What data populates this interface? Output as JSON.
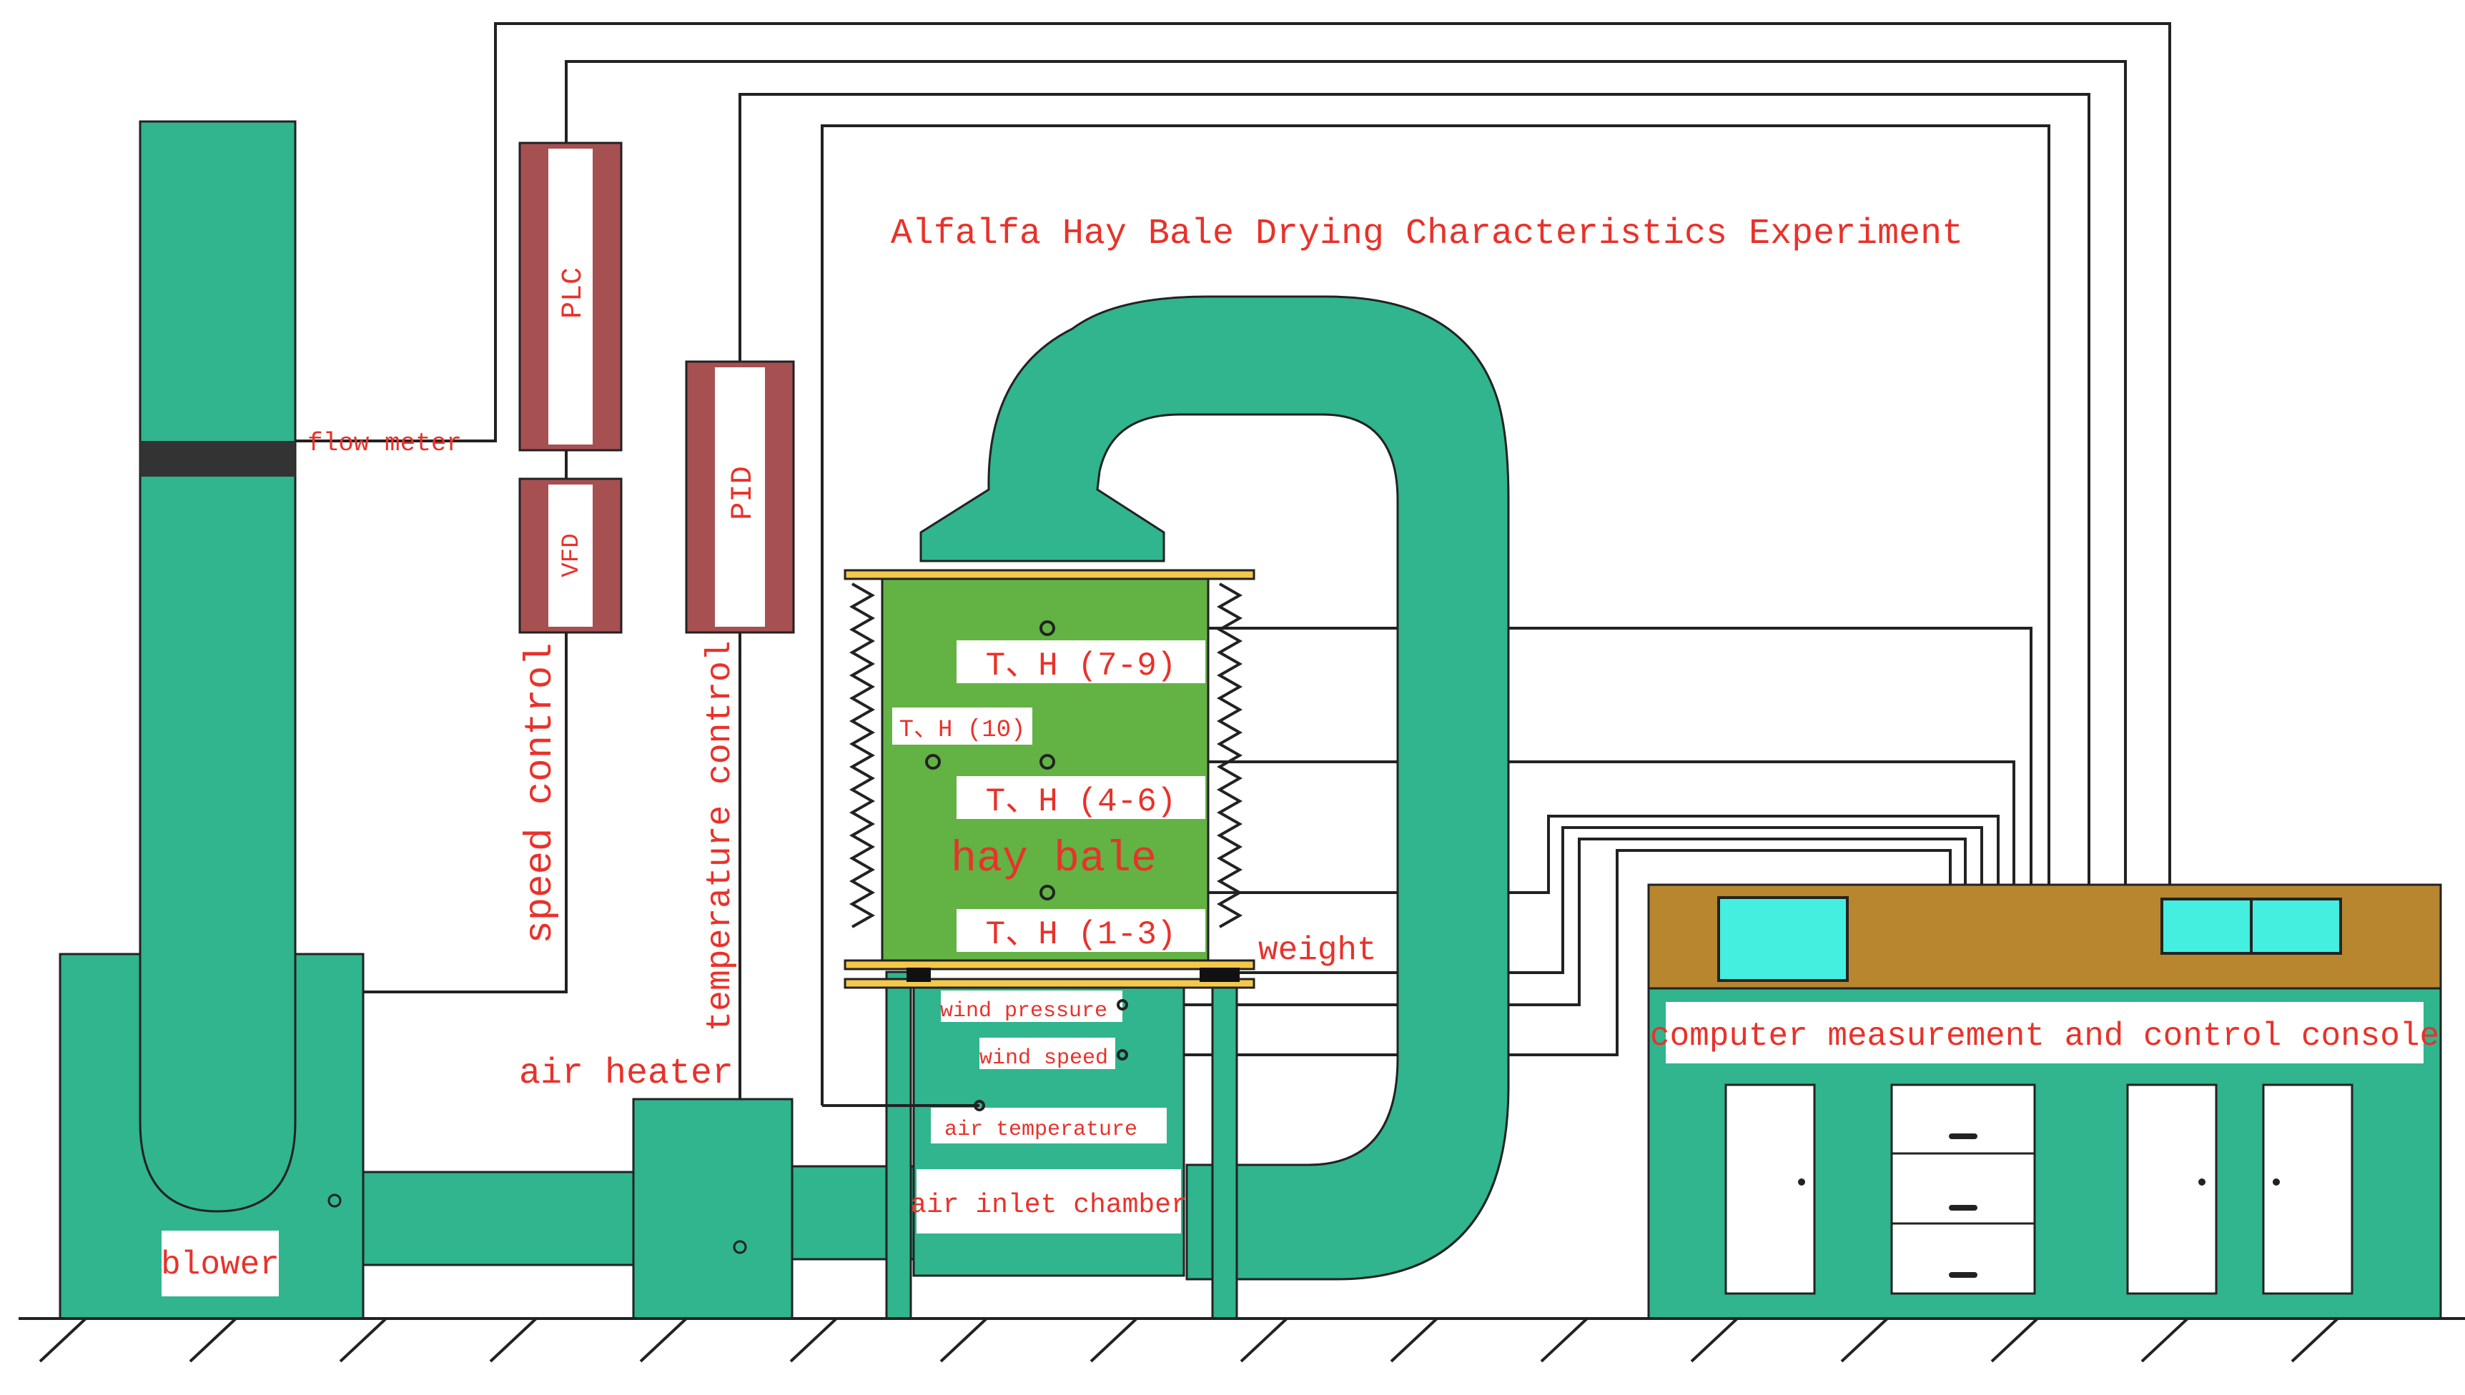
{
  "title": "Alfalfa Hay Bale Drying Characteristics Experiment",
  "labels": {
    "flow_meter": "flow meter",
    "plc": "PLC",
    "vfd": "VFD",
    "pid": "PID",
    "speed_control": "speed control",
    "temperature_control": "temperature control",
    "air_heater": "air heater",
    "blower": "blower",
    "hay_bale": "hay bale",
    "th_7_9": "T、H (7-9)",
    "th_10": "T、H (10)",
    "th_4_6": "T、H (4-6)",
    "th_1_3": "T、H (1-3)",
    "weight": "weight",
    "wind_pressure": "wind pressure",
    "wind_speed": "wind speed",
    "air_temperature": "air temperature",
    "air_inlet_chamber": "air inlet chamber",
    "console": "computer measurement and control console"
  },
  "colors": {
    "equipment_teal": "#30b58e",
    "hay_green": "#63b244",
    "controller_brown": "#a65052",
    "console_top": "#b8862f",
    "screen_cyan": "#45efe0",
    "flow_meter_band": "#333333",
    "label_red": "#e8322a",
    "plate_yellow": "#f4c84a"
  }
}
